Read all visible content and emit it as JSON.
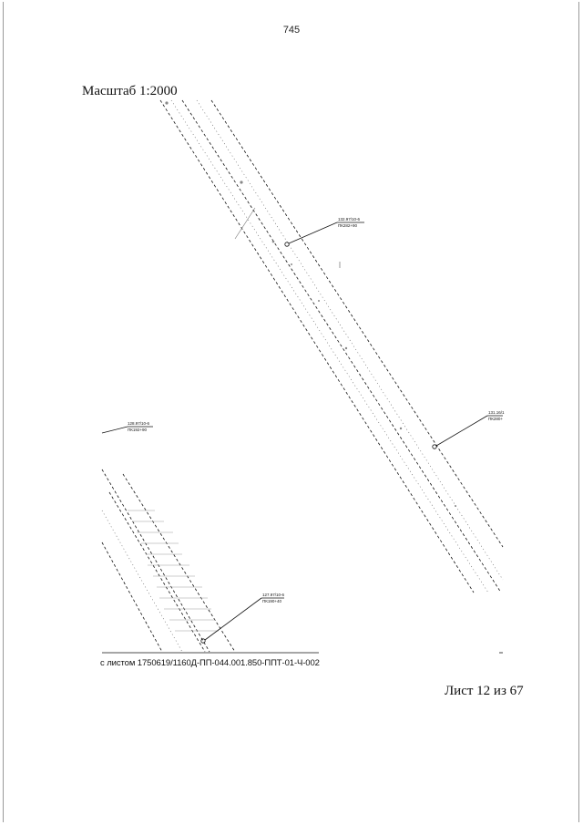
{
  "page_number": "745",
  "scale": "Масштаб 1:2000",
  "sheet": "Лист 12 из 67",
  "crossref": "с листом 1750619/1160Д-ПП-044.001.850-ППТ-01-Ч-002",
  "callouts": [
    {
      "top": "132.97/10-6",
      "bottom": "ПК282+90"
    },
    {
      "top": "131.16/1",
      "bottom": "ПК280+"
    },
    {
      "top": "128.97/10-6",
      "bottom": "ПК192+90"
    },
    {
      "top": "127.97/10-6",
      "bottom": "ПК190+40"
    }
  ]
}
